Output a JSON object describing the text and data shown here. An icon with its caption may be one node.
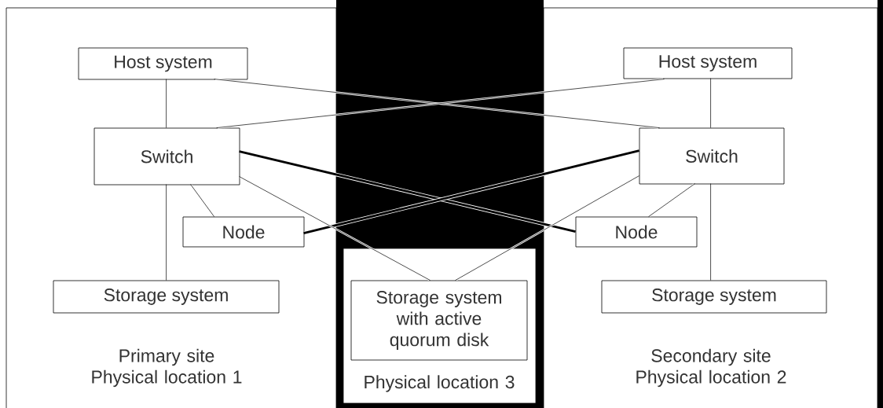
{
  "diagram": {
    "nodes": [
      {
        "text": [
          "Primary site Physical location 1"
        ]
      },
      {
        "text": [
          "Host system"
        ],
        "in": 0
      },
      {
        "text": [
          "Switch"
        ],
        "in": 0
      },
      {
        "text": [
          "Node"
        ],
        "in": 0
      },
      {
        "text": [
          "Storage system"
        ],
        "in": 0
      },
      {
        "text": [
          "Physical location 3"
        ]
      },
      {
        "text": [
          "Storage system with active quorum disk"
        ],
        "in": 5
      },
      {
        "text": [
          "Secondary site Physical location 2"
        ]
      },
      {
        "text": [
          "Host system"
        ],
        "in": 7
      },
      {
        "text": [
          "Switch"
        ],
        "in": 7
      },
      {
        "text": [
          "Node"
        ],
        "in": 7
      },
      {
        "text": [
          "Storage system"
        ],
        "in": 7
      }
    ],
    "edges": [
      {
        "from": 1,
        "to": 2,
        "arrow": "none"
      },
      {
        "from": 2,
        "to": 4,
        "arrow": "none"
      },
      {
        "from": 2,
        "to": 3,
        "arrow": "none"
      },
      {
        "from": 1,
        "to": 9,
        "arrow": "none"
      },
      {
        "from": 8,
        "to": 2,
        "arrow": "none"
      },
      {
        "from": 2,
        "to": 10,
        "arrow": "none",
        "style": "thick"
      },
      {
        "from": 3,
        "to": 9,
        "arrow": "none",
        "style": "thick"
      },
      {
        "from": 2,
        "to": 6,
        "arrow": "none"
      },
      {
        "from": 9,
        "to": 6,
        "arrow": "none"
      },
      {
        "from": 8,
        "to": 9,
        "arrow": "none"
      },
      {
        "from": 9,
        "to": 11,
        "arrow": "none"
      },
      {
        "from": 9,
        "to": 10,
        "arrow": "none"
      }
    ]
  }
}
